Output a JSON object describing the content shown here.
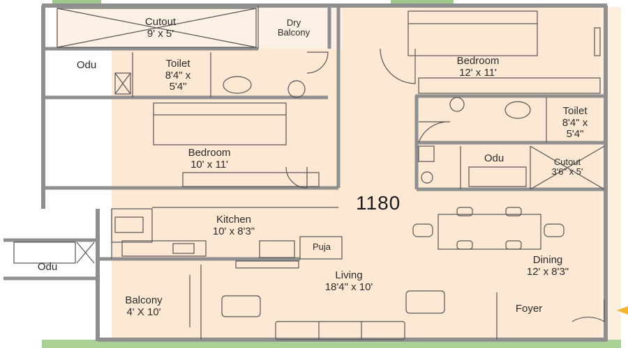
{
  "plan": {
    "area": "1180",
    "colors": {
      "floor": "#fde8d4",
      "wall": "#8f8f8f",
      "line": "#555555",
      "green": "#8cc07a",
      "entry": "#f5b52a"
    },
    "rooms": {
      "cutout_top": {
        "name": "Cutout",
        "dims": "9' x 5'"
      },
      "dry_balcony": {
        "name": "Dry",
        "name2": "Balcony"
      },
      "odu_left": {
        "name": "Odu"
      },
      "toilet_left": {
        "name": "Toilet",
        "dims": "8'4\" x",
        "dims2": "5'4\""
      },
      "bedroom_master": {
        "name": "Bedroom",
        "dims": "12' x 11'"
      },
      "toilet_right": {
        "name": "Toilet",
        "dims": "8'4\" x",
        "dims2": "5'4\""
      },
      "bedroom_second": {
        "name": "Bedroom",
        "dims": "10' x 11'"
      },
      "odu_center": {
        "name": "Odu"
      },
      "cutout_right": {
        "name": "Cutout",
        "dims": "3'6\" x 5'"
      },
      "kitchen": {
        "name": "Kitchen",
        "dims": "10' x 8'3\""
      },
      "puja": {
        "name": "Puja"
      },
      "odu_balcony": {
        "name": "Odu"
      },
      "living": {
        "name": "Living",
        "dims": "18'4\" x 10'"
      },
      "dining": {
        "name": "Dining",
        "dims": "12' x 8'3\""
      },
      "balcony": {
        "name": "Balcony",
        "dims": "4' X 10'"
      },
      "foyer": {
        "name": "Foyer"
      }
    }
  }
}
